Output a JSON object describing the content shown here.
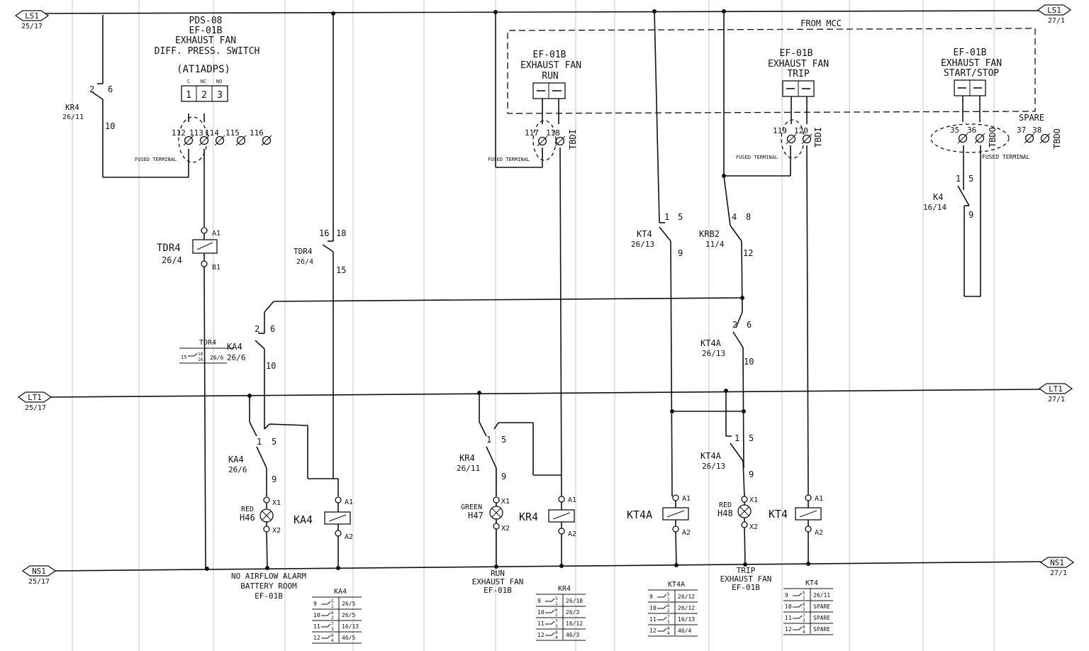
{
  "rails": {
    "ls1_left": "LS1",
    "ls1_left_ref": "25/17",
    "ls1_right": "LS1",
    "ls1_right_ref": "27/1",
    "lt1_left": "LT1",
    "lt1_left_ref": "25/17",
    "lt1_right": "LT1",
    "lt1_right_ref": "27/1",
    "ns1_left": "NS1",
    "ns1_left_ref": "25/17",
    "ns1_right": "NS1",
    "ns1_right_ref": "27/1"
  },
  "mcc_label": "FROM MCC",
  "switch": {
    "line1": "PDS-08",
    "line2": "EF-01B",
    "line3": "EXHAUST FAN",
    "line4": "DIFF. PRESS. SWITCH",
    "tag": "(AT1ADPS)",
    "c": "C",
    "nc": "NC",
    "no": "NO",
    "t1": "1",
    "t2": "2",
    "t3": "3"
  },
  "fused_terminal": "FUSED TERMINAL",
  "tbdi": "TBDI",
  "tbdo": "TBDO",
  "spare": "SPARE",
  "terminals": {
    "t112": "112",
    "t113": "113",
    "t114": "114",
    "t115": "115",
    "t116": "116",
    "t117": "117",
    "t118": "118",
    "t119": "119",
    "t120": "120",
    "t35": "35",
    "t36": "36",
    "t37": "37",
    "t38": "38"
  },
  "mcc_boxes": {
    "run1": "EF-01B",
    "run2": "EXHAUST FAN",
    "run3": "RUN",
    "trip1": "EF-01B",
    "trip2": "EXHAUST FAN",
    "trip3": "TRIP",
    "ss1": "EF-01B",
    "ss2": "EXHAUST FAN",
    "ss3": "START/STOP"
  },
  "contacts": {
    "kr4_top": {
      "name": "KR4",
      "ref": "26/11",
      "a": "2",
      "b": "6",
      "c": "10"
    },
    "tdr4_contact": {
      "name": "TDR4",
      "ref": "26/4",
      "a": "16",
      "b": "18",
      "c": "15"
    },
    "ka4_upper": {
      "name": "KA4",
      "ref": "26/6",
      "a": "2",
      "b": "6",
      "c": "10"
    },
    "ka4_lower": {
      "name": "KA4",
      "ref": "26/6",
      "a": "1",
      "b": "5",
      "c": "9"
    },
    "kr4_lower": {
      "name": "KR4",
      "ref": "26/11",
      "a": "1",
      "b": "5",
      "c": "9"
    },
    "kt4_top": {
      "name": "KT4",
      "ref": "26/13",
      "a": "1",
      "b": "5",
      "c": "9"
    },
    "krb2": {
      "name": "KRB2",
      "ref": "11/4",
      "a": "4",
      "b": "8",
      "c": "12"
    },
    "kt4a_upper": {
      "name": "KT4A",
      "ref": "26/13",
      "a": "2",
      "b": "6",
      "c": "10"
    },
    "kt4a_lower": {
      "name": "KT4A",
      "ref": "26/13",
      "a": "1",
      "b": "5",
      "c": "9"
    },
    "k4": {
      "name": "K4",
      "ref": "16/14",
      "a": "1",
      "b": "5",
      "c": "9"
    }
  },
  "tdr4_coil": {
    "name": "TDR4",
    "ref": "26/4",
    "a1": "A1",
    "b1": "B1"
  },
  "tdr4_ref": {
    "name": "TDR4",
    "r1": "15",
    "r2": "18",
    "r3": "16",
    "r4": "26/6"
  },
  "coils": {
    "ka4": {
      "name": "KA4",
      "a1": "A1",
      "a2": "A2"
    },
    "kr4": {
      "name": "KR4",
      "a1": "A1",
      "a2": "A2"
    },
    "kt4a": {
      "name": "KT4A",
      "a1": "A1",
      "a2": "A2"
    },
    "kt4": {
      "name": "KT4",
      "a1": "A1",
      "a2": "A2"
    }
  },
  "lamps": {
    "h46": {
      "color": "RED",
      "name": "H46",
      "x1": "X1",
      "x2": "X2"
    },
    "h47": {
      "color": "GREEN",
      "name": "H47",
      "x1": "X1",
      "x2": "X2"
    },
    "h48": {
      "color": "RED",
      "name": "H48",
      "x1": "X1",
      "x2": "X2"
    }
  },
  "captions": {
    "alarm1": "NO AIRFLOW ALARM",
    "alarm2": "BATTERY ROOM",
    "alarm3": "EF-01B",
    "run1": "RUN",
    "run2": "EXHAUST FAN",
    "run3": "EF-01B",
    "trip1": "TRIP",
    "trip2": "EXHAUST FAN",
    "trip3": "EF-01B"
  },
  "ref_tables": [
    {
      "title": "KA4",
      "rows": [
        [
          "9",
          "5",
          "1",
          "26/5"
        ],
        [
          "10",
          "6",
          "2",
          "26/5"
        ],
        [
          "11",
          "7",
          "3",
          "16/13"
        ],
        [
          "12",
          "8",
          "4",
          "46/5"
        ]
      ]
    },
    {
      "title": "KR4",
      "rows": [
        [
          "9",
          "5",
          "1",
          "26/10"
        ],
        [
          "10",
          "6",
          "2",
          "26/3"
        ],
        [
          "11",
          "7",
          "3",
          "16/12"
        ],
        [
          "12",
          "8",
          "4",
          "46/3"
        ]
      ]
    },
    {
      "title": "KT4A",
      "rows": [
        [
          "9",
          "5",
          "1",
          "26/12"
        ],
        [
          "10",
          "6",
          "2",
          "26/12"
        ],
        [
          "11",
          "7",
          "3",
          "16/13"
        ],
        [
          "12",
          "8",
          "4",
          "46/4"
        ]
      ]
    },
    {
      "title": "KT4",
      "rows": [
        [
          "9",
          "5",
          "1",
          "26/11"
        ],
        [
          "10",
          "6",
          "2",
          "SPARE"
        ],
        [
          "11",
          "7",
          "3",
          "SPARE"
        ],
        [
          "12",
          "8",
          "4",
          "SPARE"
        ]
      ]
    }
  ]
}
